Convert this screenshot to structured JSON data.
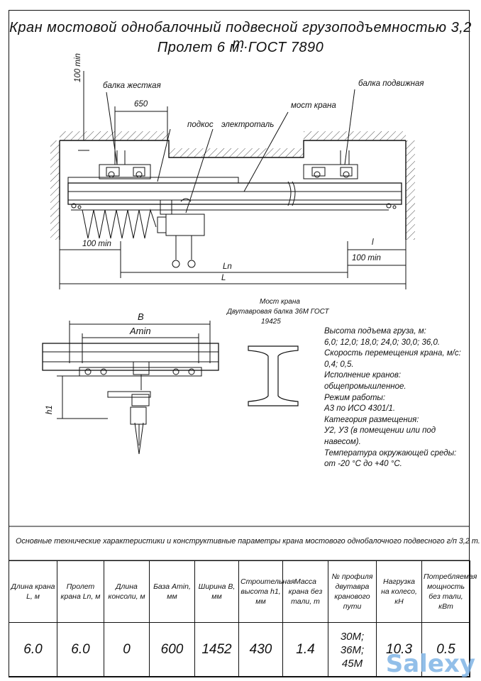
{
  "title": {
    "line1": "Кран мостовой однобалочный подвесной грузоподъемностью 3,2 т.",
    "line2": "Пролет 6 м. ГОСТ 7890"
  },
  "drawing_labels": {
    "dim_100min_top": "100 min",
    "balka_zhestkaya": "балка жесткая",
    "dim_650": "650",
    "podkos": "подкос",
    "elektrotal": "электроталь",
    "most_krana": "мост крана",
    "balka_podvizhnaya": "балка подвижная",
    "dim_100min_left": "100 min",
    "dim_l": "l",
    "dim_100min_right": "100 min",
    "dim_Ln": "Ln",
    "dim_L": "L",
    "dim_B": "B",
    "dim_Amin": "Amin",
    "dim_h1": "h1",
    "beam_caption_1": "Мост крана",
    "beam_caption_2": "Двутавровая балка 36М ГОСТ",
    "beam_caption_3": "19425"
  },
  "spec_lines": [
    "Высота подъема груза, м:",
    "6,0; 12,0; 18,0; 24,0; 30,0; 36,0.",
    "Скорость перемещения крана, м/с:",
    "0,4; 0,5.",
    "Исполнение кранов:",
    "общепромышленное.",
    "Режим работы:",
    "А3 по ИСО 4301/1.",
    "Категория размещения:",
    "У2, У3 (в помещении или под",
    "навесом).",
    "Температура окружающей среды:",
    "от -20 °С до +40 °С."
  ],
  "table": {
    "caption": "Основные технические характеристики и конструктивные параметры крана мостового однобалочного подвесного г/п 3,2 т.",
    "headers": [
      "Длина крана L, м",
      "Пролет крана Ln, м",
      "Длина консоли, м",
      "База Amin, мм",
      "Ширина B, мм",
      "Строительная высота h1, мм",
      "Масса крана без тали, т",
      "№ профиля двутавра кранового пути",
      "Нагрузка на колесо, кН",
      "Потребляемая мощность без тали, кВт"
    ],
    "values": [
      "6.0",
      "6.0",
      "0",
      "600",
      "1452",
      "430",
      "1.4",
      "30М; 36М; 45М",
      "10.3",
      "0.5"
    ]
  },
  "watermark": "Salexy"
}
